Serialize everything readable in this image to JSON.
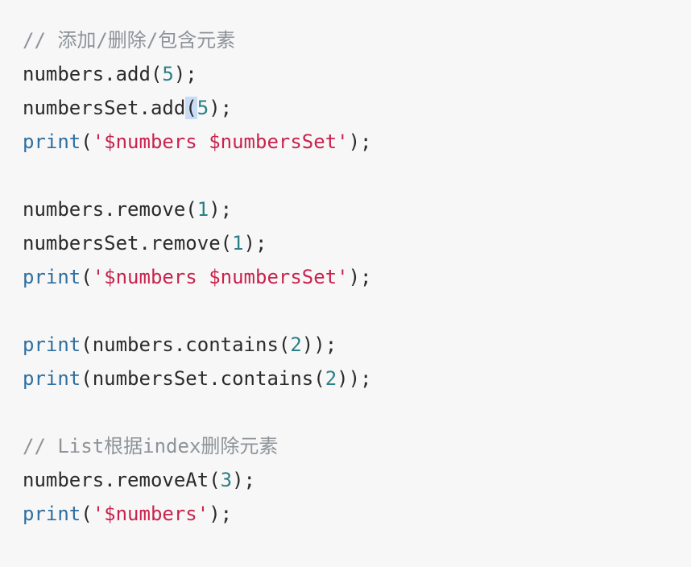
{
  "code": {
    "lines": [
      {
        "tokens": [
          {
            "t": "comment",
            "v": "// 添加/删除/包含元素"
          }
        ]
      },
      {
        "tokens": [
          {
            "t": "plain",
            "v": "numbers.add("
          },
          {
            "t": "number",
            "v": "5"
          },
          {
            "t": "plain",
            "v": ");"
          }
        ]
      },
      {
        "tokens": [
          {
            "t": "plain",
            "v": "numbersSet.add"
          },
          {
            "t": "selected",
            "v": "("
          },
          {
            "t": "number",
            "v": "5"
          },
          {
            "t": "plain",
            "v": ");"
          }
        ]
      },
      {
        "tokens": [
          {
            "t": "keyword",
            "v": "print"
          },
          {
            "t": "plain",
            "v": "("
          },
          {
            "t": "string",
            "v": "'$numbers $numbersSet'"
          },
          {
            "t": "plain",
            "v": ");"
          }
        ]
      },
      {
        "blank": true
      },
      {
        "tokens": [
          {
            "t": "plain",
            "v": "numbers.remove("
          },
          {
            "t": "number",
            "v": "1"
          },
          {
            "t": "plain",
            "v": ");"
          }
        ]
      },
      {
        "tokens": [
          {
            "t": "plain",
            "v": "numbersSet.remove("
          },
          {
            "t": "number",
            "v": "1"
          },
          {
            "t": "plain",
            "v": ");"
          }
        ]
      },
      {
        "tokens": [
          {
            "t": "keyword",
            "v": "print"
          },
          {
            "t": "plain",
            "v": "("
          },
          {
            "t": "string",
            "v": "'$numbers $numbersSet'"
          },
          {
            "t": "plain",
            "v": ");"
          }
        ]
      },
      {
        "blank": true
      },
      {
        "tokens": [
          {
            "t": "keyword",
            "v": "print"
          },
          {
            "t": "plain",
            "v": "(numbers.contains("
          },
          {
            "t": "number",
            "v": "2"
          },
          {
            "t": "plain",
            "v": "));"
          }
        ]
      },
      {
        "tokens": [
          {
            "t": "keyword",
            "v": "print"
          },
          {
            "t": "plain",
            "v": "(numbersSet.contains("
          },
          {
            "t": "number",
            "v": "2"
          },
          {
            "t": "plain",
            "v": "));"
          }
        ]
      },
      {
        "blank": true
      },
      {
        "tokens": [
          {
            "t": "comment",
            "v": "// List根据index删除元素"
          }
        ]
      },
      {
        "tokens": [
          {
            "t": "plain",
            "v": "numbers.removeAt("
          },
          {
            "t": "number",
            "v": "3"
          },
          {
            "t": "plain",
            "v": ");"
          }
        ]
      },
      {
        "tokens": [
          {
            "t": "keyword",
            "v": "print"
          },
          {
            "t": "plain",
            "v": "("
          },
          {
            "t": "string",
            "v": "'$numbers'"
          },
          {
            "t": "plain",
            "v": ");"
          }
        ]
      }
    ]
  },
  "colors": {
    "background": "#f7f7f8",
    "comment": "#8e9398",
    "plain": "#2b2b2b",
    "keyword": "#2f6f9f",
    "number": "#2b7f86",
    "string": "#c8234d",
    "selection": "#c9dcf5"
  }
}
